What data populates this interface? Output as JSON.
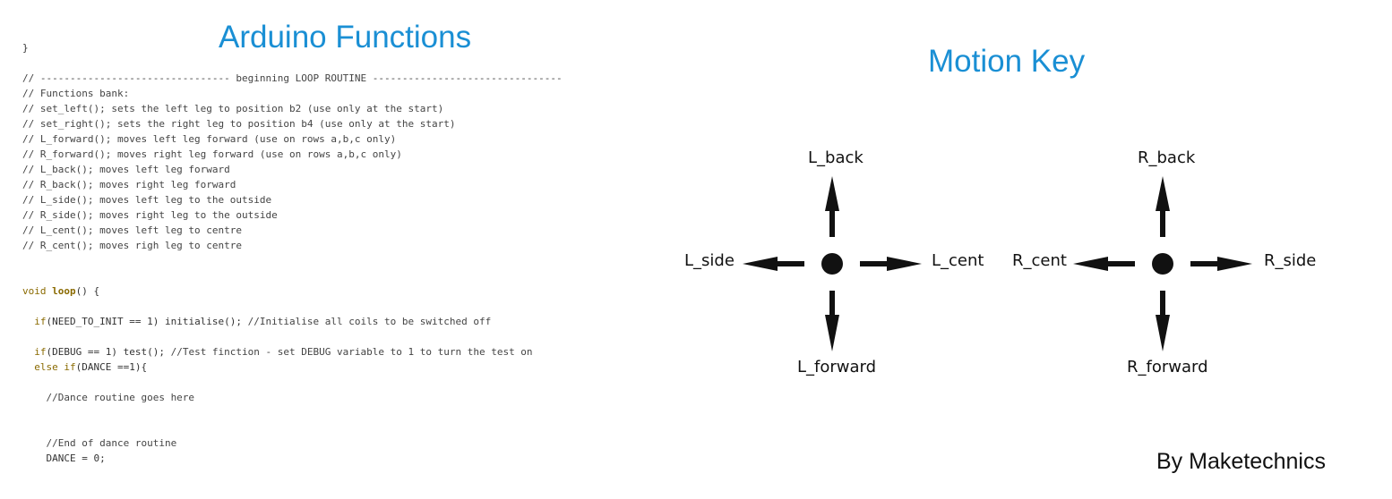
{
  "left_title": "Arduino Functions",
  "right_title": "Motion Key",
  "byline": "By Maketechnics",
  "code_lines": [
    [
      {
        "t": "}",
        "c": "plain"
      }
    ],
    [],
    [
      {
        "t": "// -------------------------------- beginning LOOP ROUTINE --------------------------------",
        "c": "cm"
      }
    ],
    [
      {
        "t": "// Functions bank:",
        "c": "cm"
      }
    ],
    [
      {
        "t": "// set_left(); sets the left leg to position b2 (use only at the start)",
        "c": "cm"
      }
    ],
    [
      {
        "t": "// set_right(); sets the right leg to position b4 (use only at the start)",
        "c": "cm"
      }
    ],
    [
      {
        "t": "// L_forward(); moves left leg forward (use on rows a,b,c only)",
        "c": "cm"
      }
    ],
    [
      {
        "t": "// R_forward(); moves right leg forward (use on rows a,b,c only)",
        "c": "cm"
      }
    ],
    [
      {
        "t": "// L_back(); moves left leg forward",
        "c": "cm"
      }
    ],
    [
      {
        "t": "// R_back(); moves right leg forward",
        "c": "cm"
      }
    ],
    [
      {
        "t": "// L_side(); moves left leg to the outside",
        "c": "cm"
      }
    ],
    [
      {
        "t": "// R_side(); moves right leg to the outside",
        "c": "cm"
      }
    ],
    [
      {
        "t": "// L_cent(); moves left leg to centre",
        "c": "cm"
      }
    ],
    [
      {
        "t": "// R_cent(); moves righ leg to centre",
        "c": "cm"
      }
    ],
    [],
    [],
    [
      {
        "t": "void ",
        "c": "kw"
      },
      {
        "t": "loop",
        "c": "kwb"
      },
      {
        "t": "() {",
        "c": "plain"
      }
    ],
    [],
    [
      {
        "t": "  ",
        "c": "plain"
      },
      {
        "t": "if",
        "c": "kw"
      },
      {
        "t": "(NEED_TO_INIT == 1) initialise(); ",
        "c": "plain"
      },
      {
        "t": "//Initialise all coils to be switched off",
        "c": "cm"
      }
    ],
    [],
    [
      {
        "t": "  ",
        "c": "plain"
      },
      {
        "t": "if",
        "c": "kw"
      },
      {
        "t": "(DEBUG == 1) test(); ",
        "c": "plain"
      },
      {
        "t": "//Test finction - set DEBUG variable to 1 to turn the test on",
        "c": "cm"
      }
    ],
    [
      {
        "t": "  ",
        "c": "plain"
      },
      {
        "t": "else if",
        "c": "kw"
      },
      {
        "t": "(DANCE ==1){",
        "c": "plain"
      }
    ],
    [],
    [
      {
        "t": "    //Dance routine goes here",
        "c": "cm"
      }
    ],
    [],
    [],
    [
      {
        "t": "    //End of dance routine",
        "c": "cm"
      }
    ],
    [
      {
        "t": "    DANCE = 0;",
        "c": "plain"
      }
    ]
  ],
  "motion_key": {
    "left": {
      "up": "L_back",
      "left": "L_side",
      "right": "L_cent",
      "down": "L_forward"
    },
    "right": {
      "up": "R_back",
      "left": "R_cent",
      "right": "R_side",
      "down": "R_forward"
    }
  }
}
